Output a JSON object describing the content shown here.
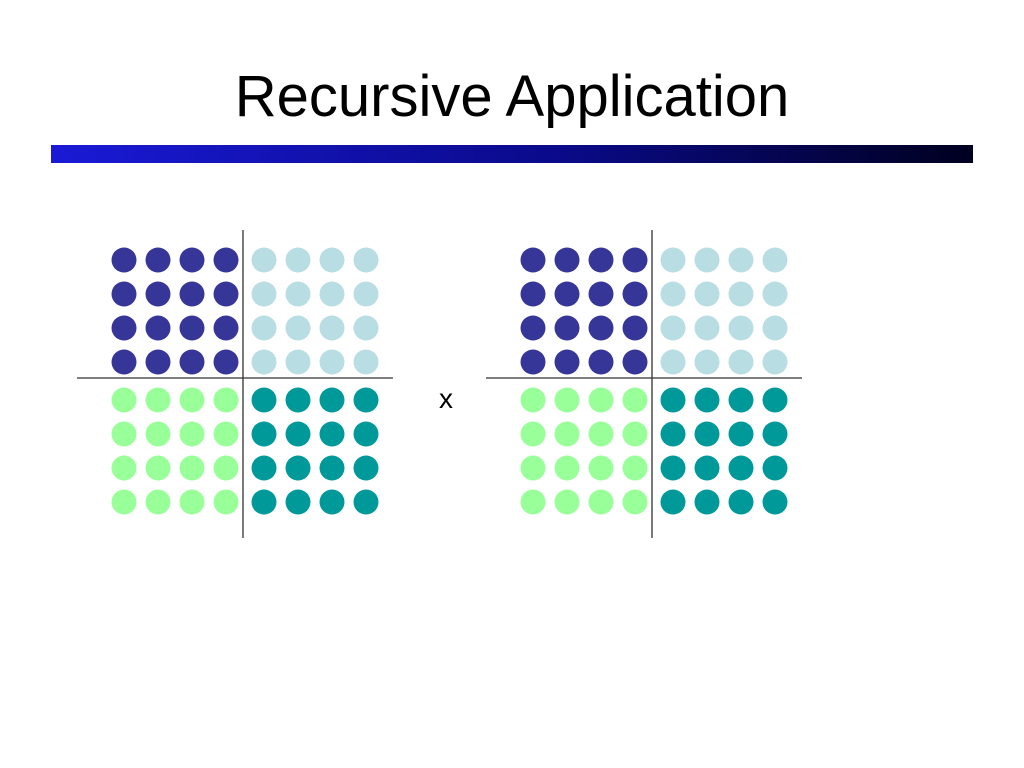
{
  "slide": {
    "title": "Recursive Application",
    "operator": "x"
  },
  "colors": {
    "title_bar_start": "#1a1ad6",
    "title_bar_end": "#000020",
    "quadrant_top_left": "#363699",
    "quadrant_top_right": "#b8dde2",
    "quadrant_bottom_left": "#99ff99",
    "quadrant_bottom_right": "#009999",
    "divider": "#333333"
  },
  "matrices": [
    {
      "name": "left-matrix",
      "grid_size": 8,
      "quadrant_size": 4
    },
    {
      "name": "right-matrix",
      "grid_size": 8,
      "quadrant_size": 4
    }
  ]
}
